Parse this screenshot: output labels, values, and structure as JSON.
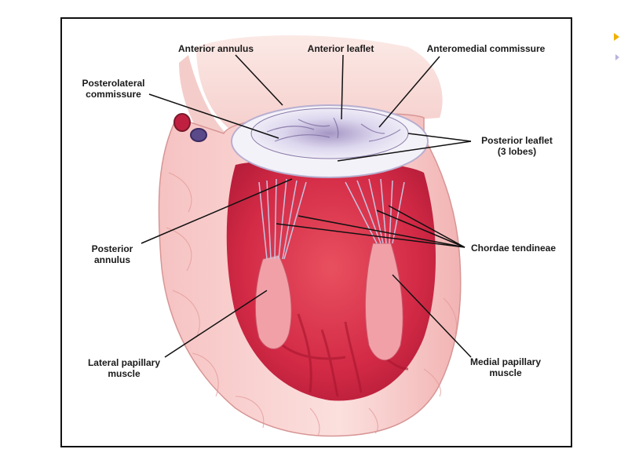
{
  "labels": {
    "anterior_annulus": "Anterior annulus",
    "anterior_leaflet": "Anterior leaflet",
    "anteromedial_commissure": "Anteromedial commissure",
    "posterolateral_commissure": "Posterolateral\ncommissure",
    "posterior_leaflet": "Posterior leaflet\n(3 lobes)",
    "posterior_annulus": "Posterior\nannulus",
    "chordae_tendineae": "Chordae tendineae",
    "lateral_papillary_muscle": "Lateral papillary\nmuscle",
    "medial_papillary_muscle": "Medial papillary\nmuscle"
  },
  "colors": {
    "myocardium": "#d9334f",
    "myocardium_light": "#f2a7ae",
    "wall_outer": "#f7c9c9",
    "leaflet": "#e6e2f2",
    "leaflet_shadow": "#8a7aa8",
    "leader_line": "#111111",
    "nav_accent_1": "#f0b000",
    "nav_accent_2": "#b9b2e0"
  },
  "icons": {
    "nav_next": "triangle-right-icon",
    "nav_prev": "triangle-right-small-icon"
  }
}
